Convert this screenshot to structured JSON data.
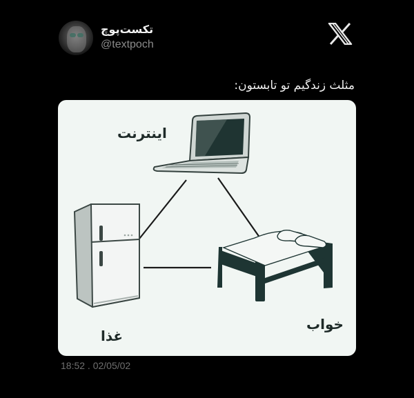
{
  "tweet": {
    "author": {
      "display_name": "تکست‌پوچ",
      "handle": "@textpoch",
      "avatar_icon": "avatar-image"
    },
    "platform_logo": "x-logo-icon",
    "text": "مثلث زندگیم تو تابستون:",
    "timestamp": "18:52 . 02/05/02",
    "image": {
      "labels": {
        "internet": "اینترنت",
        "food": "غذا",
        "sleep": "خواب"
      },
      "icons": [
        "laptop-icon",
        "fridge-icon",
        "bed-icon"
      ],
      "colors": {
        "background": "#f1f6f3",
        "dark": "#1e3533",
        "line": "#1a1a1a"
      }
    }
  }
}
